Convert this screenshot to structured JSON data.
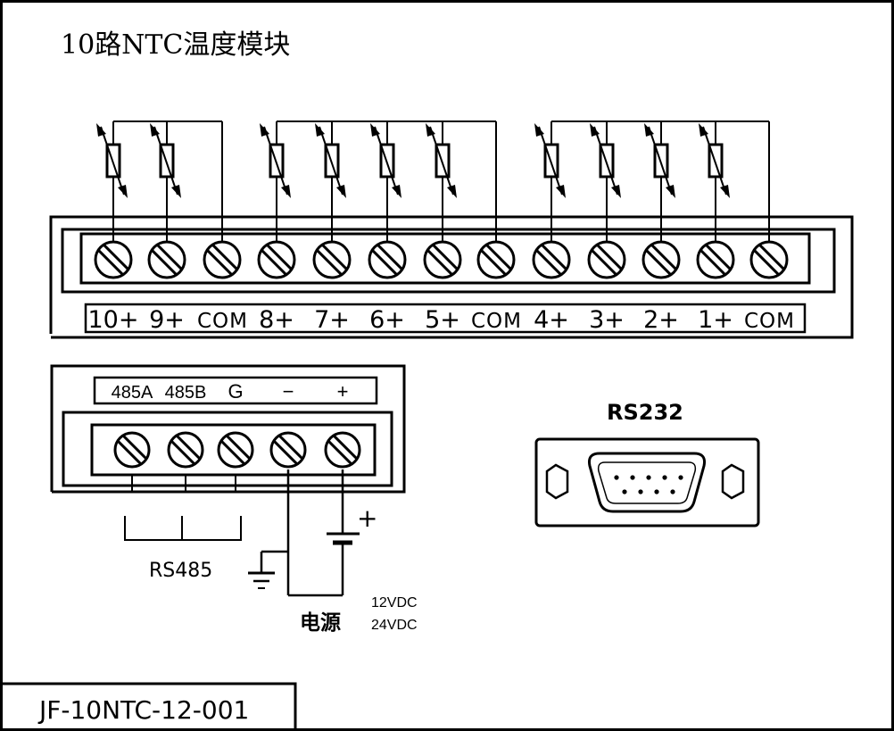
{
  "title": "10路NTC温度模块",
  "top_terminal_labels": [
    "10+",
    "9+",
    "COM",
    "8+",
    "7+",
    "6+",
    "5+",
    "COM",
    "4+",
    "3+",
    "2+",
    "1+",
    "COM"
  ],
  "bottom_terminal_labels": [
    "485A",
    "485B",
    "G",
    "−",
    "+"
  ],
  "rs485_label": "RS485",
  "rs232_label": "RS232",
  "power": {
    "label": "电源",
    "voltage_1": "12VDC",
    "voltage_2": "24VDC",
    "battery_plus": "+"
  },
  "model_number": "JF-10NTC-12-001",
  "colors": {
    "line": "#000000",
    "background": "#ffffff"
  }
}
